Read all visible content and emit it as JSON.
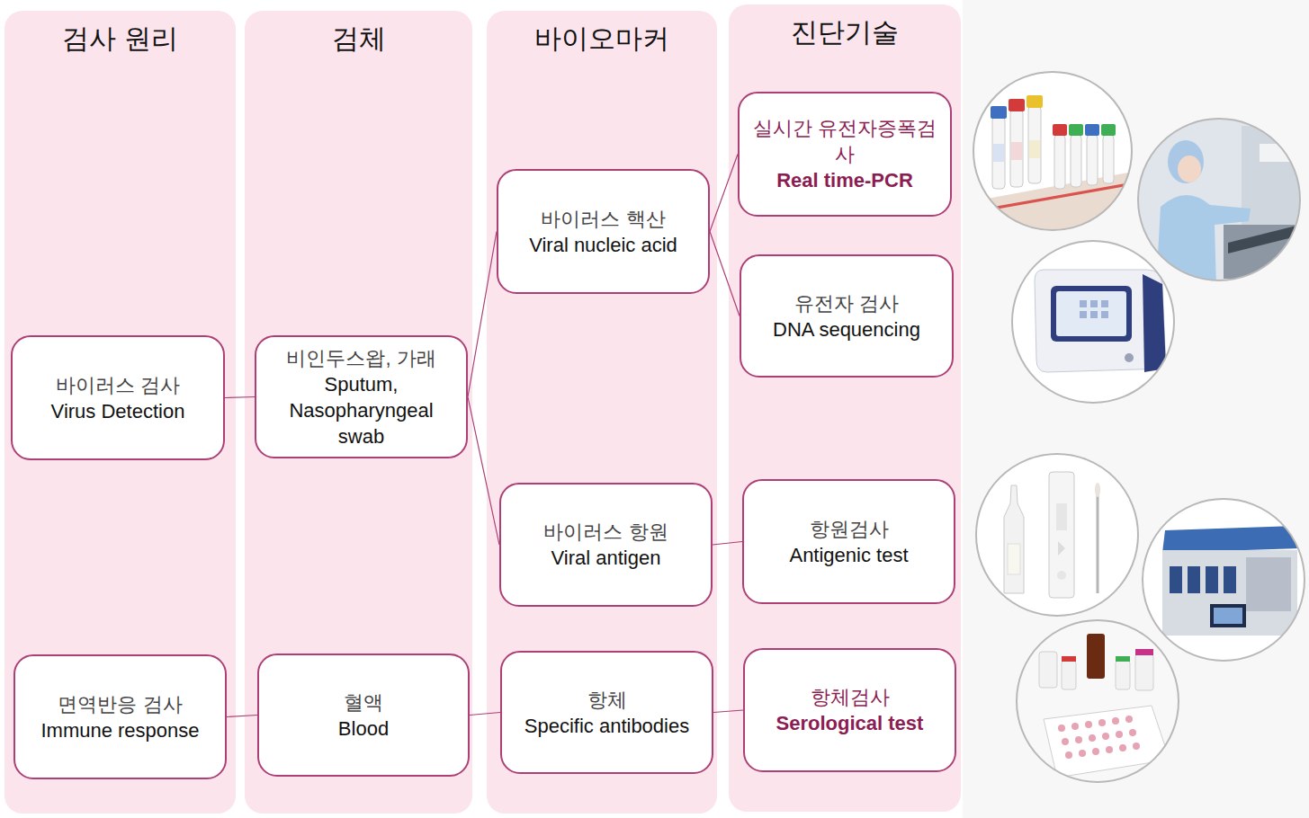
{
  "diagram": {
    "nodes": [
      {
        "text": [
          "검사 원리"
        ]
      },
      {
        "text": [
          "바이러스 검사",
          "Virus Detection"
        ],
        "in": 0
      },
      {
        "text": [
          "면역반응 검사",
          "Immune response"
        ],
        "in": 0
      },
      {
        "text": [
          "검체"
        ]
      },
      {
        "text": [
          "비인두스왑, 가래",
          "Sputum, Nasopharyngeal swab"
        ],
        "in": 3
      },
      {
        "text": [
          "혈액",
          "Blood"
        ],
        "in": 3
      },
      {
        "text": [
          "바이오마커"
        ]
      },
      {
        "text": [
          "바이러스 핵산",
          "Viral nucleic acid"
        ],
        "in": 6
      },
      {
        "text": [
          "바이러스 항원",
          "Viral antigen"
        ],
        "in": 6
      },
      {
        "text": [
          "항체",
          "Specific antibodies"
        ],
        "in": 6
      },
      {
        "text": [
          "진단기술"
        ]
      },
      {
        "text": [
          "실시간 유전자증폭검사",
          "Real time-PCR"
        ],
        "in": 10
      },
      {
        "text": [
          "유전자 검사",
          "DNA sequencing"
        ],
        "in": 10
      },
      {
        "text": [
          "항원검사",
          "Antigenic test"
        ],
        "in": 10
      },
      {
        "text": [
          "항체검사",
          "Serological test"
        ],
        "in": 10
      }
    ],
    "edges": [
      {
        "from": 1,
        "to": 4,
        "arrow": "none"
      },
      {
        "from": 2,
        "to": 5,
        "arrow": "none"
      },
      {
        "from": 4,
        "to": 7,
        "arrow": "none"
      },
      {
        "from": 4,
        "to": 8,
        "arrow": "none"
      },
      {
        "from": 5,
        "to": 9,
        "arrow": "none"
      },
      {
        "from": 7,
        "to": 11,
        "arrow": "none"
      },
      {
        "from": 7,
        "to": 12,
        "arrow": "none"
      },
      {
        "from": 8,
        "to": 13,
        "arrow": "none"
      },
      {
        "from": 9,
        "to": 14,
        "arrow": "none"
      }
    ]
  }
}
